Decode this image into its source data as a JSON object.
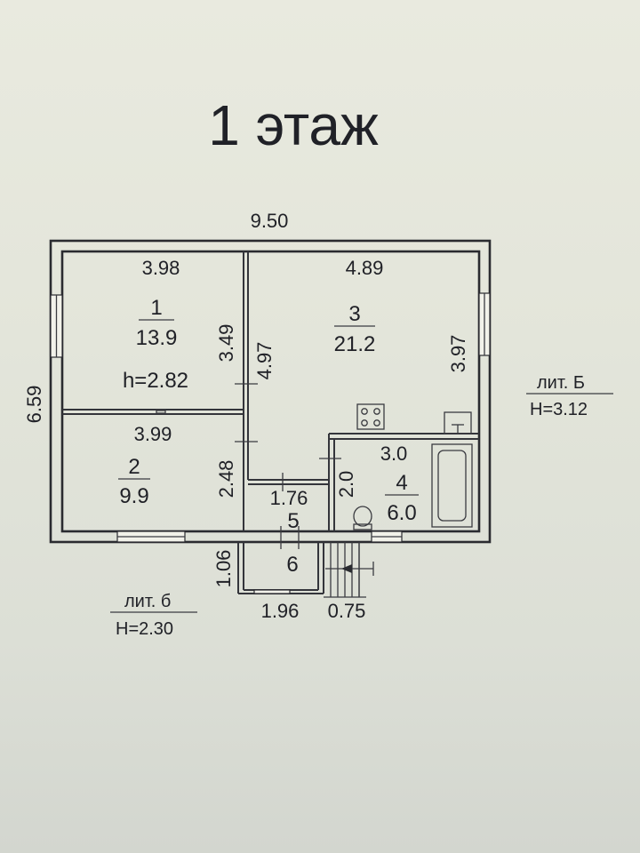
{
  "title": "1 этаж",
  "dimensions": {
    "overall_width": "9.50",
    "overall_depth": "6.59",
    "room1_width": "3.98",
    "room1_depth": "3.49",
    "room2_width": "3.99",
    "room2_depth": "2.48",
    "room3_width": "4.89",
    "room3_depth_left": "4.97",
    "room3_depth_right": "3.97",
    "room4_width": "3.0",
    "room4_depth": "2.0",
    "room5_width": "1.76",
    "porch_depth": "1.06",
    "porch_width": "1.96",
    "stair_width": "0.75"
  },
  "rooms": [
    {
      "number": "1",
      "area": "13.9"
    },
    {
      "number": "2",
      "area": "9.9"
    },
    {
      "number": "3",
      "area": "21.2"
    },
    {
      "number": "4",
      "area": "6.0"
    },
    {
      "number": "5"
    },
    {
      "number": "6"
    }
  ],
  "ceiling_height_room1": "h=2.82",
  "legend_main": {
    "label": "лит. Б",
    "height": "Н=3.12"
  },
  "legend_annex": {
    "label": "лит. б",
    "height": "Н=2.30"
  }
}
